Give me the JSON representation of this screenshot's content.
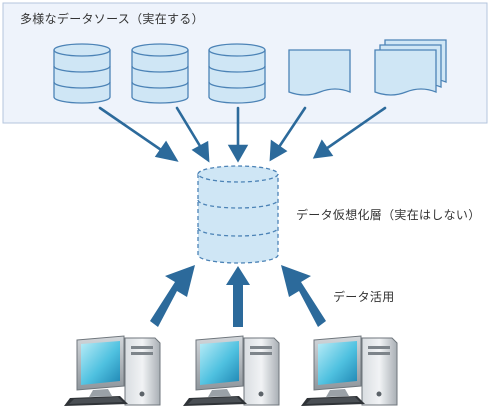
{
  "sources": {
    "title": "多様なデータソース（実在する）",
    "items": [
      {
        "kind": "database"
      },
      {
        "kind": "database"
      },
      {
        "kind": "database"
      },
      {
        "kind": "document"
      },
      {
        "kind": "documents"
      }
    ]
  },
  "virtual_layer": {
    "label": "データ仮想化層（実在はしない）",
    "style": "dashed"
  },
  "usage": {
    "label": "データ活用",
    "clients": [
      {
        "kind": "desktop-pc"
      },
      {
        "kind": "desktop-pc"
      },
      {
        "kind": "desktop-pc"
      }
    ]
  },
  "colors": {
    "panel_fill": "#eef3fb",
    "panel_border": "#b4c6de",
    "icon_fill": "#cfe6f5",
    "icon_stroke": "#4c83b6",
    "arrow": "#2c6a9b",
    "text": "#333333"
  }
}
